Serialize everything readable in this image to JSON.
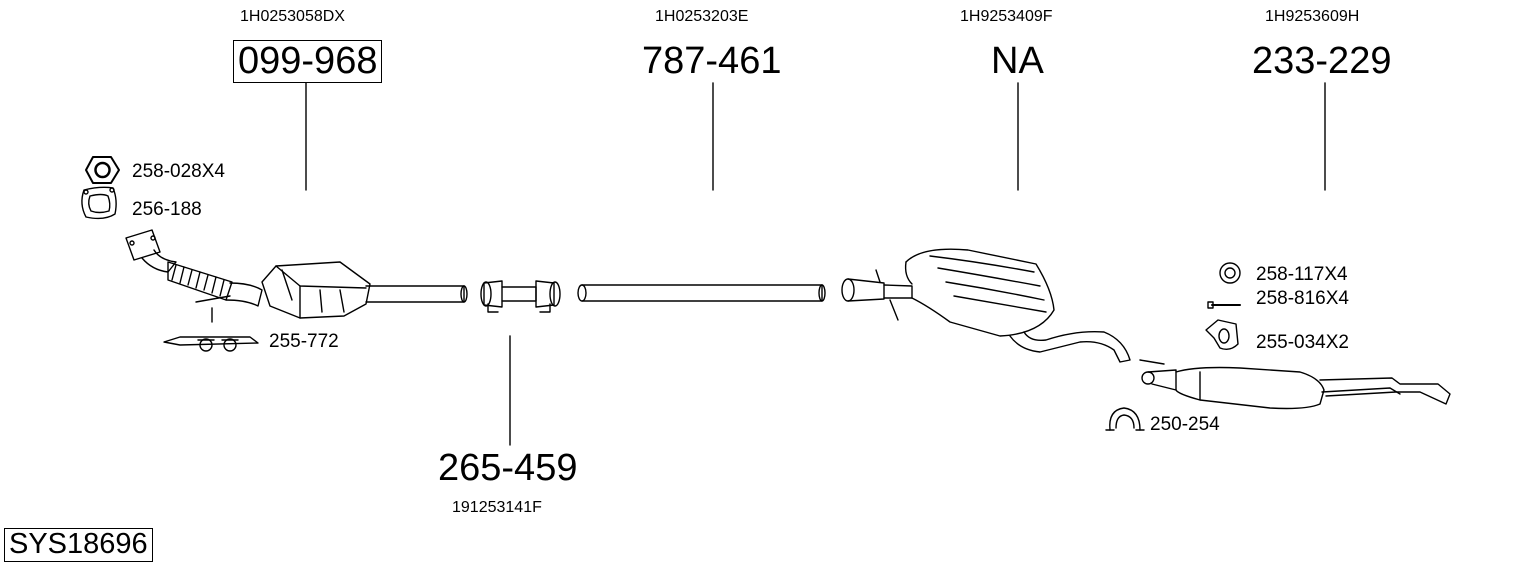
{
  "system": {
    "id": "SYS18696"
  },
  "oem_numbers": [
    "1H0253058DX",
    "1H0253203E",
    "1H9253409F",
    "1H9253609H",
    "191253141F"
  ],
  "main_parts": [
    "099-968",
    "787-461",
    "NA",
    "233-229",
    "265-459"
  ],
  "small_parts": [
    "258-028X4",
    "256-188",
    "255-772",
    "258-117X4",
    "258-816X4",
    "255-034X2",
    "250-254"
  ]
}
